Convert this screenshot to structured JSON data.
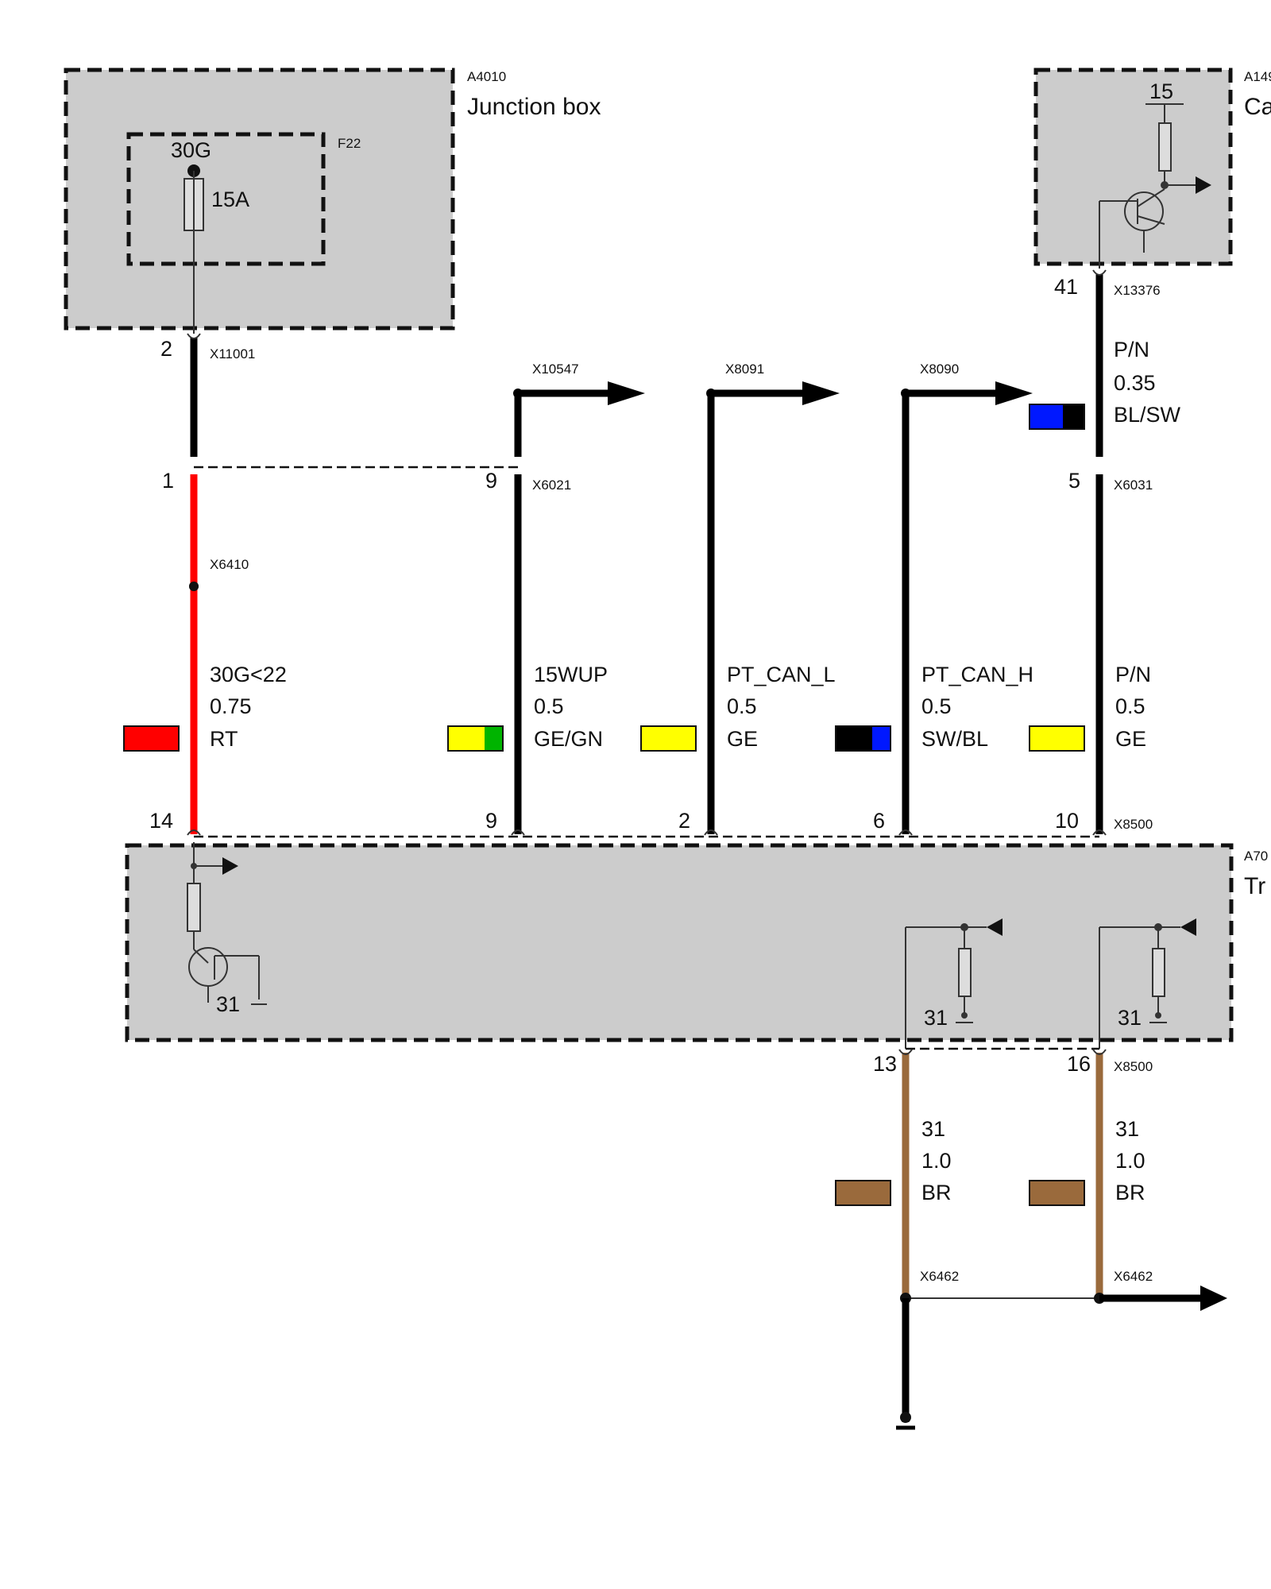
{
  "junction_box": {
    "ref": "A4010",
    "name": "Junction box",
    "fuse_ref": "F22",
    "fuse_terminal": "30G",
    "fuse_rating": "15A",
    "pin": "2",
    "connector": "X11001"
  },
  "camera_module": {
    "ref": "A149",
    "name": "Ca",
    "terminal": "15",
    "pin": "41",
    "connector": "X13376",
    "wire": {
      "signal": "P/N",
      "size": "0.35",
      "color_code": "BL/SW",
      "colors": [
        "#0018ff",
        "#000000"
      ]
    }
  },
  "transmission_module": {
    "ref": "A70",
    "name": "Tr",
    "ground_labels": [
      "31",
      "31",
      "31"
    ],
    "connector_top": "X8500",
    "connector_bottom": "X8500"
  },
  "branch_connectors": [
    "X10547",
    "X8091",
    "X8090"
  ],
  "connectors": {
    "x6021": "X6021",
    "x6031": "X6031",
    "x6410": "X6410",
    "x6462_left": "X6462",
    "x6462_right": "X6462"
  },
  "upper_pins": {
    "x6021_a": "1",
    "x6021_b": "9",
    "x6031": "5"
  },
  "wires": [
    {
      "signal": "30G<22",
      "size": "0.75",
      "color_code": "RT",
      "colors": [
        "#ff0000"
      ],
      "top_pin": "14"
    },
    {
      "signal": "15WUP",
      "size": "0.5",
      "color_code": "GE/GN",
      "colors": [
        "#ffff00",
        "#00b400"
      ],
      "top_pin": "9"
    },
    {
      "signal": "PT_CAN_L",
      "size": "0.5",
      "color_code": "GE",
      "colors": [
        "#ffff00"
      ],
      "top_pin": "2"
    },
    {
      "signal": "PT_CAN_H",
      "size": "0.5",
      "color_code": "SW/BL",
      "colors": [
        "#000000",
        "#0018ff"
      ],
      "top_pin": "6"
    },
    {
      "signal": "P/N",
      "size": "0.5",
      "color_code": "GE",
      "colors": [
        "#ffff00"
      ],
      "top_pin": "10"
    }
  ],
  "ground_wires": [
    {
      "signal": "31",
      "size": "1.0",
      "color_code": "BR",
      "colors": [
        "#9a6a3c"
      ],
      "pin": "13"
    },
    {
      "signal": "31",
      "size": "1.0",
      "color_code": "BR",
      "colors": [
        "#9a6a3c"
      ],
      "pin": "16"
    }
  ],
  "wire_colors": {
    "black": "#000000",
    "red": "#ff0000",
    "brown": "#9a6a3c",
    "box_fill": "#cccccc"
  }
}
